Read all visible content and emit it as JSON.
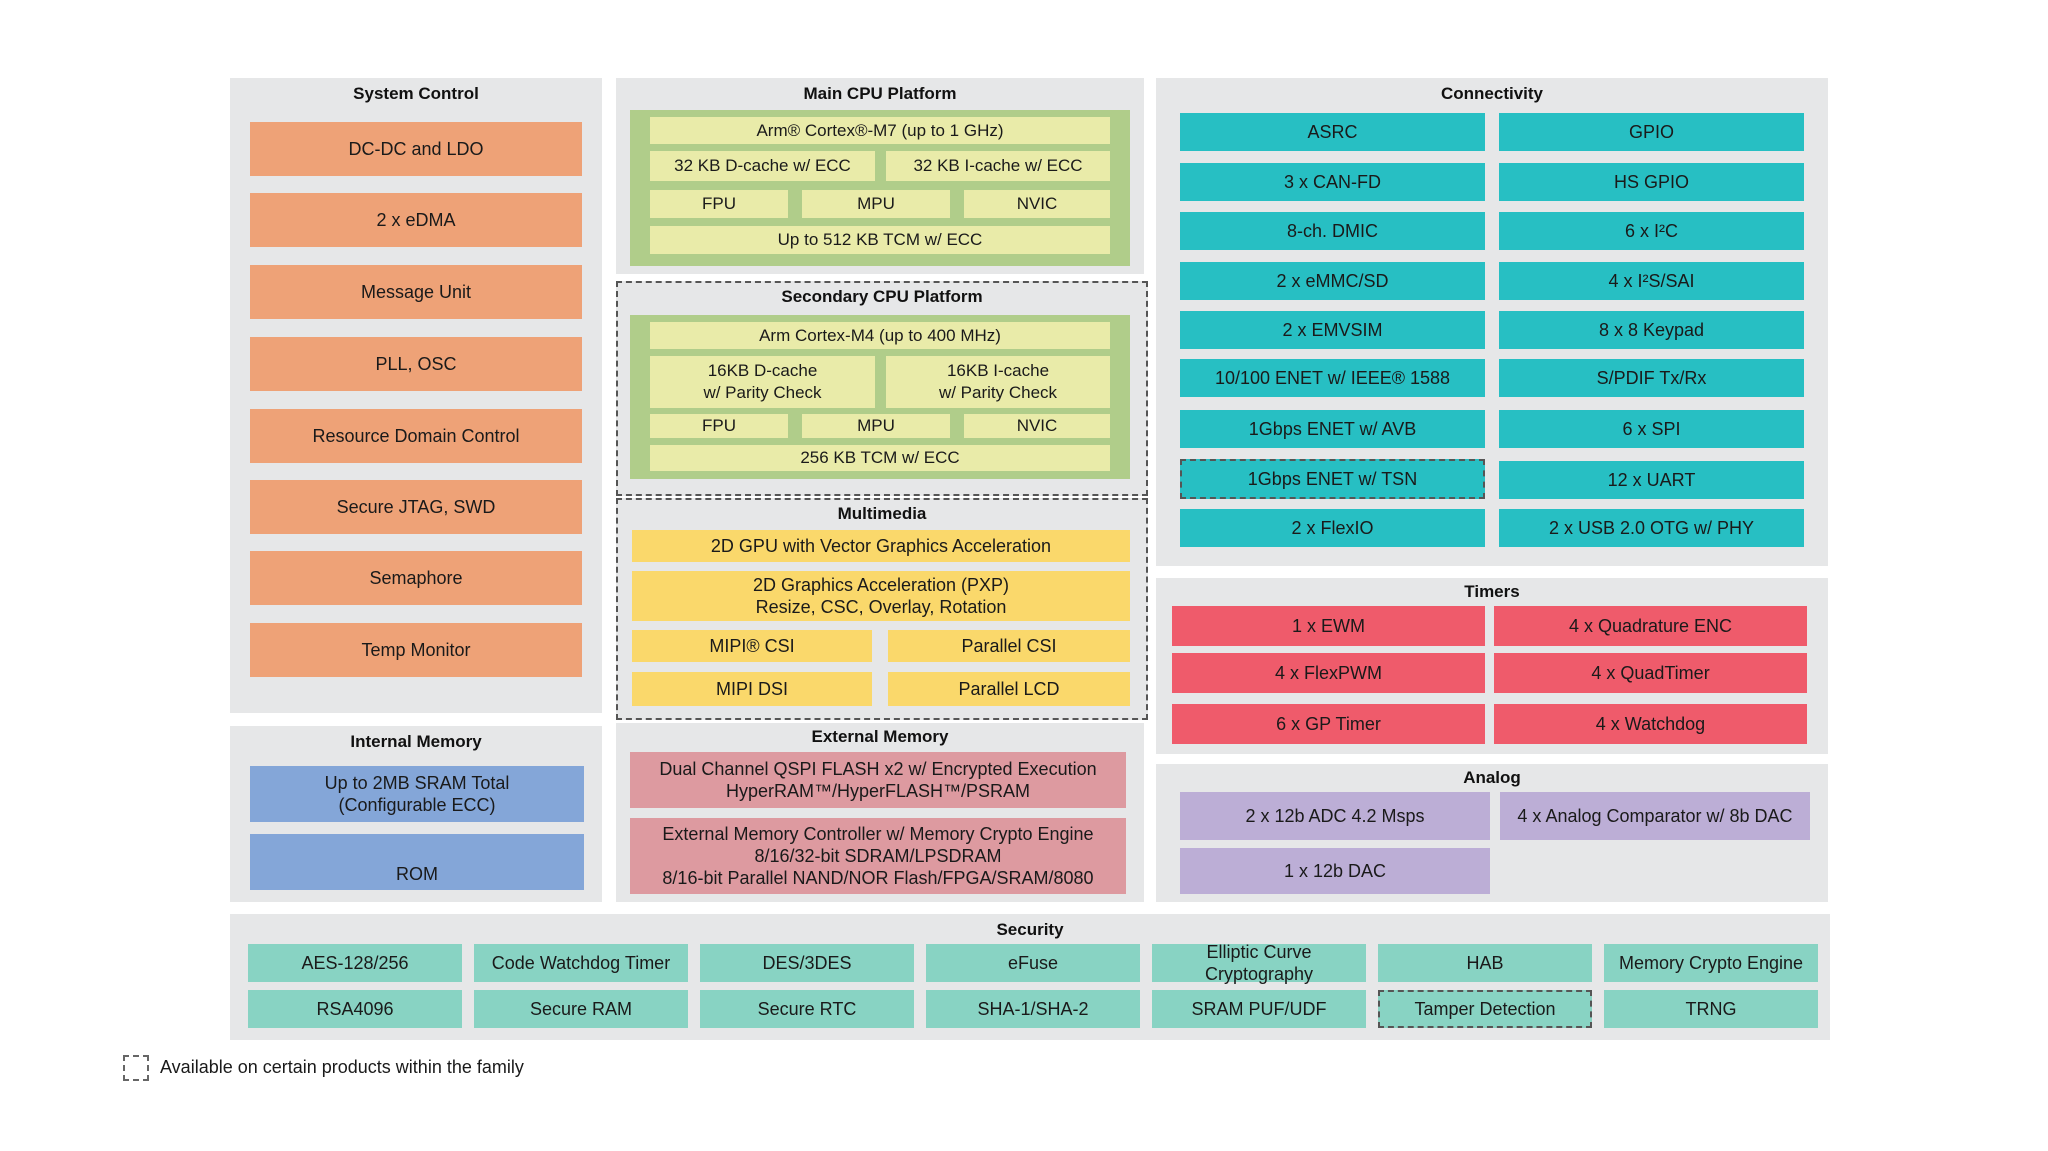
{
  "system_control": {
    "title": "System Control",
    "items": [
      "DC-DC and LDO",
      "2 x eDMA",
      "Message Unit",
      "PLL, OSC",
      "Resource Domain Control",
      "Secure JTAG, SWD",
      "Semaphore",
      "Temp Monitor"
    ]
  },
  "main_cpu": {
    "title": "Main CPU Platform",
    "core": "Arm® Cortex®-M7 (up to 1 GHz)",
    "dcache": "32 KB D-cache w/ ECC",
    "icache": "32 KB I-cache w/ ECC",
    "fpu": "FPU",
    "mpu": "MPU",
    "nvic": "NVIC",
    "tcm": "Up to 512 KB TCM w/ ECC"
  },
  "secondary_cpu": {
    "title": "Secondary CPU Platform",
    "core": "Arm Cortex-M4 (up to 400 MHz)",
    "dcache_line1": "16KB D-cache",
    "dcache_line2": "w/ Parity Check",
    "icache_line1": "16KB I-cache",
    "icache_line2": "w/ Parity Check",
    "fpu": "FPU",
    "mpu": "MPU",
    "nvic": "NVIC",
    "tcm": "256 KB TCM w/ ECC"
  },
  "multimedia": {
    "title": "Multimedia",
    "gpu": "2D GPU with Vector Graphics Acceleration",
    "pxp_line1": "2D Graphics Acceleration (PXP)",
    "pxp_line2": "Resize, CSC, Overlay, Rotation",
    "mipi_csi": "MIPI® CSI",
    "parallel_csi": "Parallel CSI",
    "mipi_dsi": "MIPI DSI",
    "parallel_lcd": "Parallel LCD"
  },
  "connectivity": {
    "title": "Connectivity",
    "left": [
      "ASRC",
      "3 x CAN-FD",
      "8-ch. DMIC",
      "2 x eMMC/SD",
      "2 x EMVSIM",
      "10/100 ENET w/ IEEE® 1588",
      "1Gbps ENET w/ AVB",
      "1Gbps ENET w/ TSN",
      "2 x FlexIO"
    ],
    "right": [
      "GPIO",
      "HS GPIO",
      "6 x I²C",
      "4 x I²S/SAI",
      "8 x 8 Keypad",
      "S/PDIF Tx/Rx",
      "6 x SPI",
      "12 x UART",
      "2 x USB 2.0 OTG w/ PHY"
    ]
  },
  "timers": {
    "title": "Timers",
    "left": [
      "1 x EWM",
      "4 x FlexPWM",
      "6 x GP Timer"
    ],
    "right": [
      "4 x Quadrature ENC",
      "4 x QuadTimer",
      "4 x Watchdog"
    ]
  },
  "internal_memory": {
    "title": "Internal Memory",
    "sram_line1": "Up to 2MB SRAM Total",
    "sram_line2": "(Configurable ECC)",
    "rom": "ROM"
  },
  "external_memory": {
    "title": "External Memory",
    "qspi_line1": "Dual Channel QSPI FLASH x2 w/ Encrypted Execution",
    "qspi_line2": "HyperRAM™/HyperFLASH™/PSRAM",
    "emc_line1": "External Memory Controller w/ Memory Crypto Engine",
    "emc_line2": "8/16/32-bit SDRAM/LPSDRAM",
    "emc_line3": "8/16-bit Parallel NAND/NOR Flash/FPGA/SRAM/8080"
  },
  "analog": {
    "title": "Analog",
    "adc": "2 x 12b ADC 4.2 Msps",
    "comparator": "4 x Analog Comparator w/ 8b DAC",
    "dac": "1 x 12b DAC"
  },
  "security": {
    "title": "Security",
    "row1": [
      "AES-128/256",
      "Code Watchdog Timer",
      "DES/3DES",
      "eFuse",
      "Elliptic Curve Cryptography",
      "HAB",
      "Memory Crypto Engine"
    ],
    "row2": [
      "RSA4096",
      "Secure RAM",
      "Secure RTC",
      "SHA-1/SHA-2",
      "SRAM PUF/UDF",
      "Tamper Detection",
      "TRNG"
    ]
  },
  "legend": {
    "text": "Available on certain products within the family"
  },
  "colors": {
    "panel": "#e6e7e8",
    "system_control": "#eea277",
    "cpu_outer": "#b0cd8a",
    "cpu_inner": "#e9eba9",
    "multimedia": "#fad86b",
    "connectivity": "#27bfc3",
    "timers": "#ef5b6b",
    "internal_memory": "#84a6d8",
    "external_memory": "#dd9aa0",
    "analog": "#bcaed6",
    "security": "#88d3c3"
  }
}
